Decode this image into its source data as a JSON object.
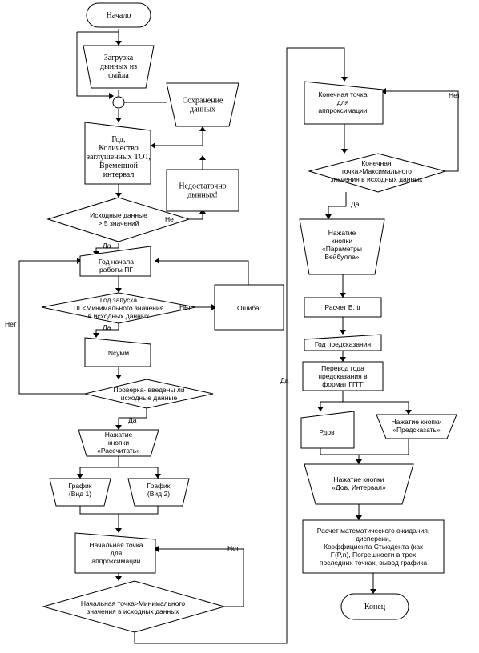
{
  "flowchart": {
    "nodes": {
      "start": {
        "text": [
          "Начало"
        ]
      },
      "load": {
        "text": [
          "Загрузка",
          "дынных из",
          "файла"
        ]
      },
      "save": {
        "text": [
          "Сохранение",
          "данных"
        ]
      },
      "input_block": {
        "text": [
          "Год,",
          "Количество",
          "заглушенных ТОТ,",
          "Временной",
          "интервал"
        ]
      },
      "insufficient": {
        "text": [
          "Недостаточно",
          "дынных!"
        ]
      },
      "check_count": {
        "text": [
          "Исходные данные",
          "> 5  значений"
        ]
      },
      "year_start": {
        "text": [
          "Год начала",
          "работы ПГ"
        ]
      },
      "check_year": {
        "text": [
          "Год запуска",
          "ПГ<Минимального значения",
          "в исходных данных"
        ]
      },
      "error": {
        "text": [
          "Ошиба!"
        ]
      },
      "nsum": {
        "text": [
          "Nсумм"
        ]
      },
      "check_entered": {
        "text": [
          "Проверка- введены ли",
          "исходные данные"
        ]
      },
      "btn_calc": {
        "text": [
          "Нажатие",
          "кнопки",
          "«Рассчитать»"
        ]
      },
      "graph1": {
        "text": [
          "График",
          "(Вид 1)"
        ]
      },
      "graph2": {
        "text": [
          "График",
          "(Вид 2)"
        ]
      },
      "start_point": {
        "text": [
          "Начальная точка",
          "для",
          "аппроксимации"
        ]
      },
      "check_start_point": {
        "text": [
          "Начальная точка>Минимального",
          "значения в исходных данных"
        ]
      },
      "end_point": {
        "text": [
          "Конечная точка",
          "для",
          "аппроксимации"
        ]
      },
      "check_end_point": {
        "text": [
          "Конечная",
          "точка>Максимального",
          "значения в исходных данных"
        ]
      },
      "btn_weibull": {
        "text": [
          "Нажатие",
          "кнопки",
          "«Параметры",
          "Вейбулла»"
        ]
      },
      "calc_b": {
        "text": [
          "Расчет B, tr"
        ]
      },
      "forecast_year": {
        "text": [
          "Год предсказания"
        ]
      },
      "convert_year": {
        "text": [
          "Перевод года",
          "предсказания в",
          "формат ГГГГ"
        ]
      },
      "pdov": {
        "text": [
          "Рдов"
        ]
      },
      "btn_predict": {
        "text": [
          "Нажатие кнопки",
          "«Предсказать»"
        ]
      },
      "btn_interval": {
        "text": [
          "Нажатие кнопки",
          "«Дов. Интервал»"
        ]
      },
      "calc_stats": {
        "text": [
          "Расчет математического ожидания,",
          "дисперсии,",
          "Коэффициента Стьюдента (как",
          "F(P,n), Погрешности в трех",
          "последних точках, вывод графика"
        ]
      },
      "end": {
        "text": [
          "Конец"
        ]
      }
    },
    "edge_labels": {
      "no_count": "Нет",
      "yes_count": "Да",
      "no_year": "Нет",
      "yes_year": "Да",
      "no_entered": "Нет",
      "yes_entered": "Да",
      "no_start_point": "Нет",
      "yes_long": "Да",
      "no_end_point": "Нет",
      "yes_end_point": "Да"
    }
  }
}
